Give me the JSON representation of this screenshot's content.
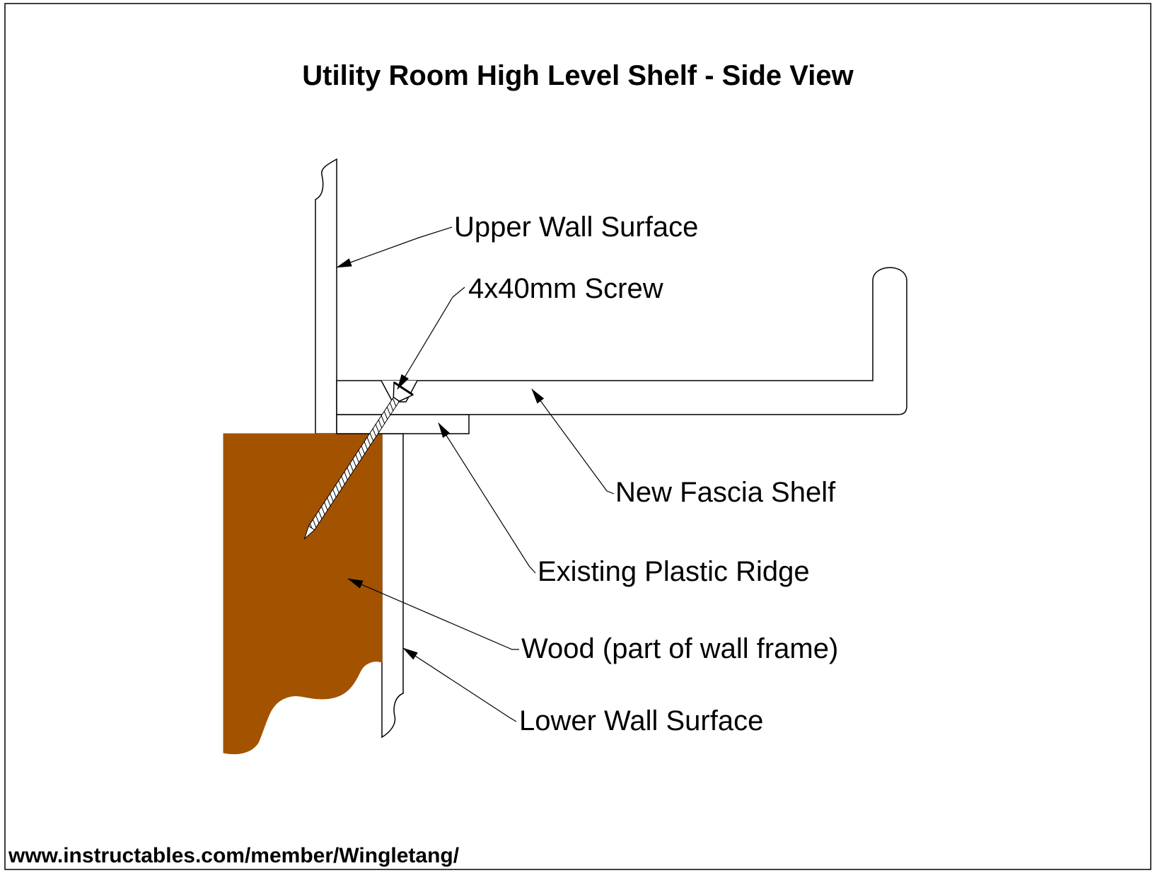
{
  "title": "Utility Room High Level Shelf - Side View",
  "labels": {
    "upper_wall": "Upper Wall Surface",
    "screw": "4x40mm Screw",
    "fascia_shelf": "New Fascia Shelf",
    "plastic_ridge": "Existing Plastic Ridge",
    "wood": "Wood (part of wall frame)",
    "lower_wall": "Lower Wall Surface"
  },
  "footer": "www.instructables.com/member/Wingletang/",
  "colors": {
    "wood": "#A35200",
    "line": "#000000",
    "background": "#FFFFFF"
  }
}
